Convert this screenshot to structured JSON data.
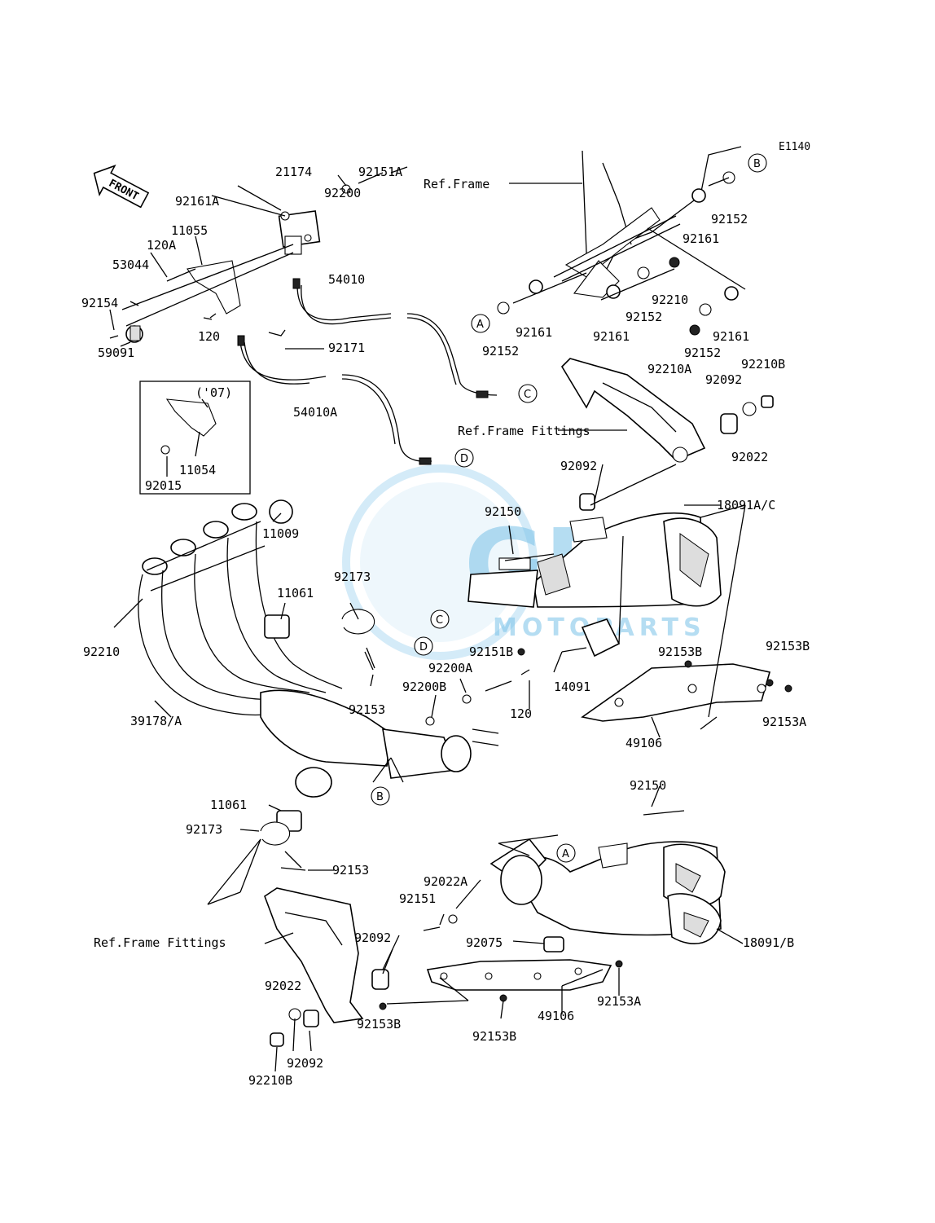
{
  "diagram_code": "E1140",
  "front_arrow_text": "FRONT",
  "watermark": {
    "brand": "GEM",
    "sub": "MOTOPARTS",
    "color": "#5fb5e3"
  },
  "ref_labels": {
    "frame": "Ref.Frame",
    "fittings_right": "Ref.Frame Fittings",
    "fittings_left": "Ref.Frame Fittings"
  },
  "year_note": "('07)",
  "connector_letters": [
    "A",
    "B",
    "C",
    "D"
  ],
  "parts": {
    "p92161A": "92161A",
    "p21174": "21174",
    "p92200": "92200",
    "p92151A": "92151A",
    "p11055": "11055",
    "p120A": "120A",
    "p53044": "53044",
    "p92154": "92154",
    "p59091": "59091",
    "p120a": "120",
    "p54010": "54010",
    "p92171": "92171",
    "p54010A": "54010A",
    "p11054": "11054",
    "p92015": "92015",
    "p11009": "11009",
    "p92210a": "92210",
    "p39178A": "39178/A",
    "p11061a": "11061",
    "p92173a": "92173",
    "p92153a": "92153",
    "p11061b": "11061",
    "p92173b": "92173",
    "p92153b": "92153",
    "p92152a": "92152",
    "p92161a": "92161",
    "p92161b": "92161",
    "p92152b": "92152",
    "p92161c": "92161",
    "p92210b": "92210",
    "p92152c": "92152",
    "p92161d": "92161",
    "p92152d": "92152",
    "p92210A": "92210A",
    "p92092a": "92092",
    "p92210Ba": "92210B",
    "p92022a": "92022",
    "p92092b": "92092",
    "p18091AC": "18091A/C",
    "p92150a": "92150",
    "p92151B": "92151B",
    "p92200A": "92200A",
    "p92200B": "92200B",
    "p120b": "120",
    "p14091": "14091",
    "p92153Ba": "92153B",
    "p92153Bb": "92153B",
    "p92153Aa": "92153A",
    "p49106a": "49106",
    "p92150b": "92150",
    "p92022A": "92022A",
    "p92151": "92151",
    "p92075": "92075",
    "p18091B": "18091/B",
    "p92092c": "92092",
    "p92022b": "92022",
    "p92092d": "92092",
    "p92210Bb": "92210B",
    "p92153Bc": "92153B",
    "p92153Bd": "92153B",
    "p49106b": "49106",
    "p92153Ab": "92153A"
  }
}
